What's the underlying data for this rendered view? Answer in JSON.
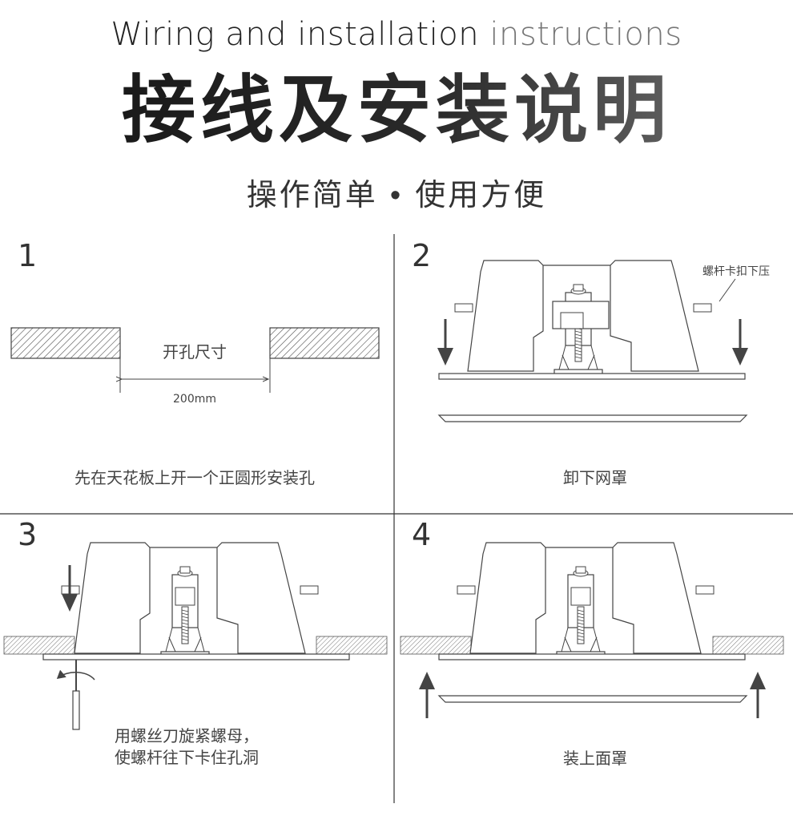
{
  "header": {
    "title_en_dark": "Wiring and installation",
    "title_en_light": "instructions",
    "title_cn": "接线及安装说明",
    "subtitle": "操作简单 • 使用方便"
  },
  "steps": [
    {
      "number": "1",
      "caption": "先在天花板上开一个正圆形安装孔",
      "label_hole": "开孔尺寸",
      "label_size": "200mm"
    },
    {
      "number": "2",
      "caption": "卸下网罩",
      "label_note": "螺杆卡扣下压"
    },
    {
      "number": "3",
      "caption_line1": "用螺丝刀旋紧螺母，",
      "caption_line2": "使螺杆往下卡住孔洞"
    },
    {
      "number": "4",
      "caption": "装上面罩"
    }
  ],
  "colors": {
    "line": "#444444",
    "arrow": "#444444",
    "divider": "#333333"
  }
}
